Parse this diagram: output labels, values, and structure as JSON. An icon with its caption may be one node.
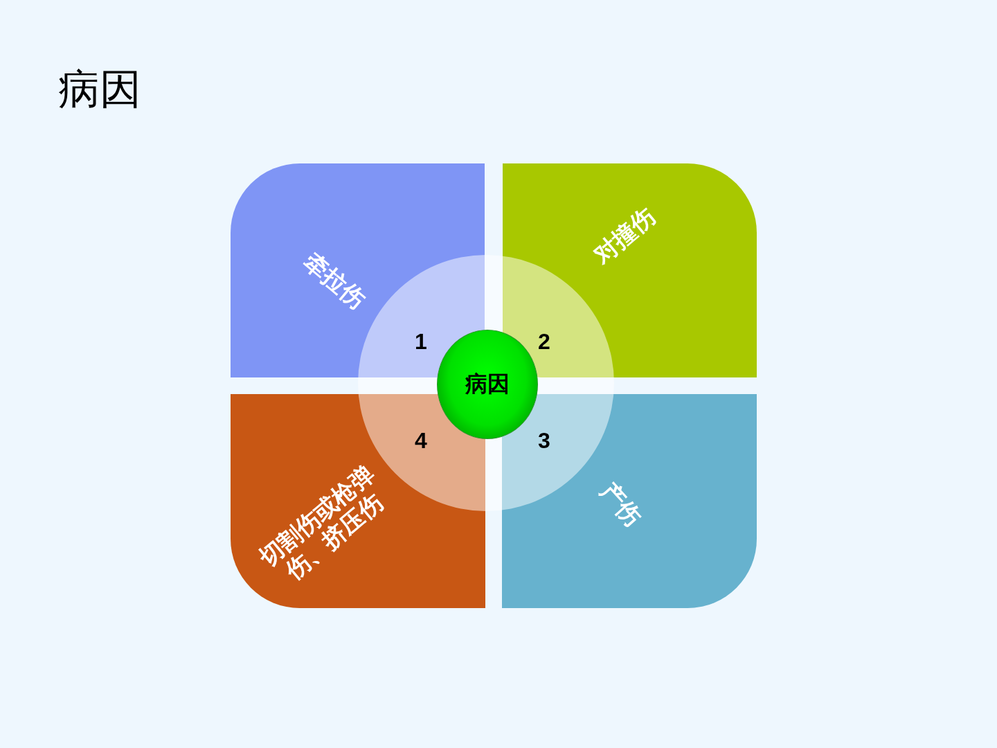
{
  "diagram": {
    "title": "病因",
    "nodes": [
      {
        "text": [
          "牵拉伤"
        ]
      },
      {
        "text": [
          "对撞伤"
        ]
      },
      {
        "text": [
          "切割伤或枪弹伤、挤压伤"
        ]
      },
      {
        "text": [
          "产伤"
        ]
      },
      {
        "text": [
          "病因"
        ]
      }
    ],
    "labels": [
      "1",
      "2",
      "4",
      "3"
    ]
  }
}
